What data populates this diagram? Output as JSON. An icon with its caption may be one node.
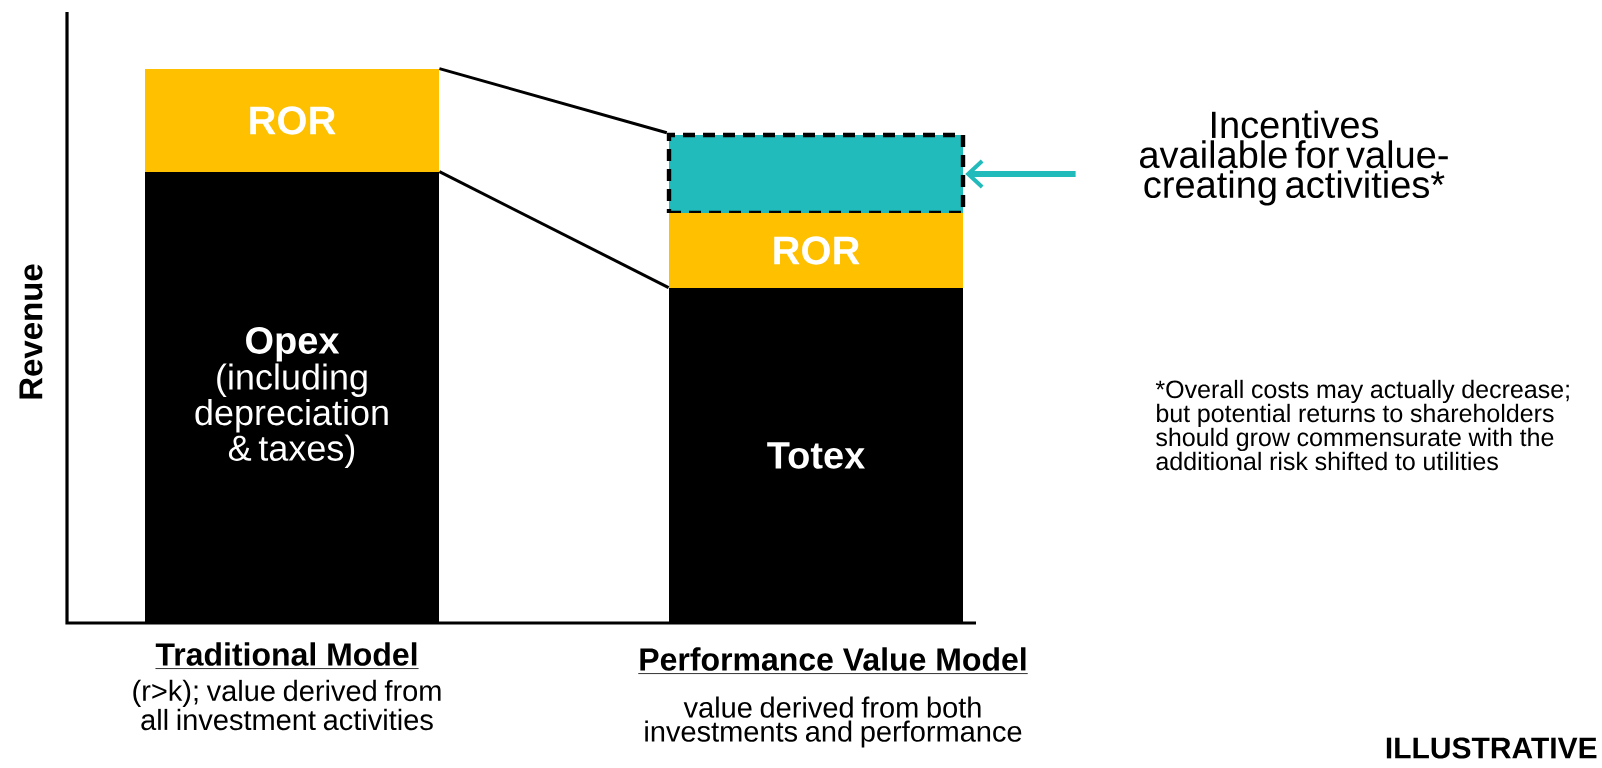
{
  "diagram": {
    "nodes": [
      {
        "text": [
          "ROR"
        ]
      },
      {
        "text": [
          "Opex",
          "(including depreciation & taxes)"
        ]
      },
      {
        "text": [],
        "shape": "box"
      },
      {
        "text": [
          "ROR"
        ]
      },
      {
        "text": [
          "Totex"
        ]
      },
      {
        "text": [
          "Incentives available for value-creating activities*"
        ]
      }
    ],
    "edges": [
      {
        "from": 0,
        "to": 2,
        "arrow": "none"
      },
      {
        "from": 1,
        "to": 4,
        "arrow": "none"
      },
      {
        "from": 5,
        "to": 2,
        "arrow": "to",
        "color": "#22bbbb",
        "style": "thick"
      }
    ],
    "labels": [
      "Revenue",
      "Traditional Model",
      "(r>k); value derived from all investment activities",
      "Performance Value Model",
      "value derived from both investments and performance",
      "*Overall costs may actually decrease; but potential returns to shareholders should grow commensurate with the additional risk shifted to utilities",
      "ILLUSTRATIVE"
    ]
  }
}
